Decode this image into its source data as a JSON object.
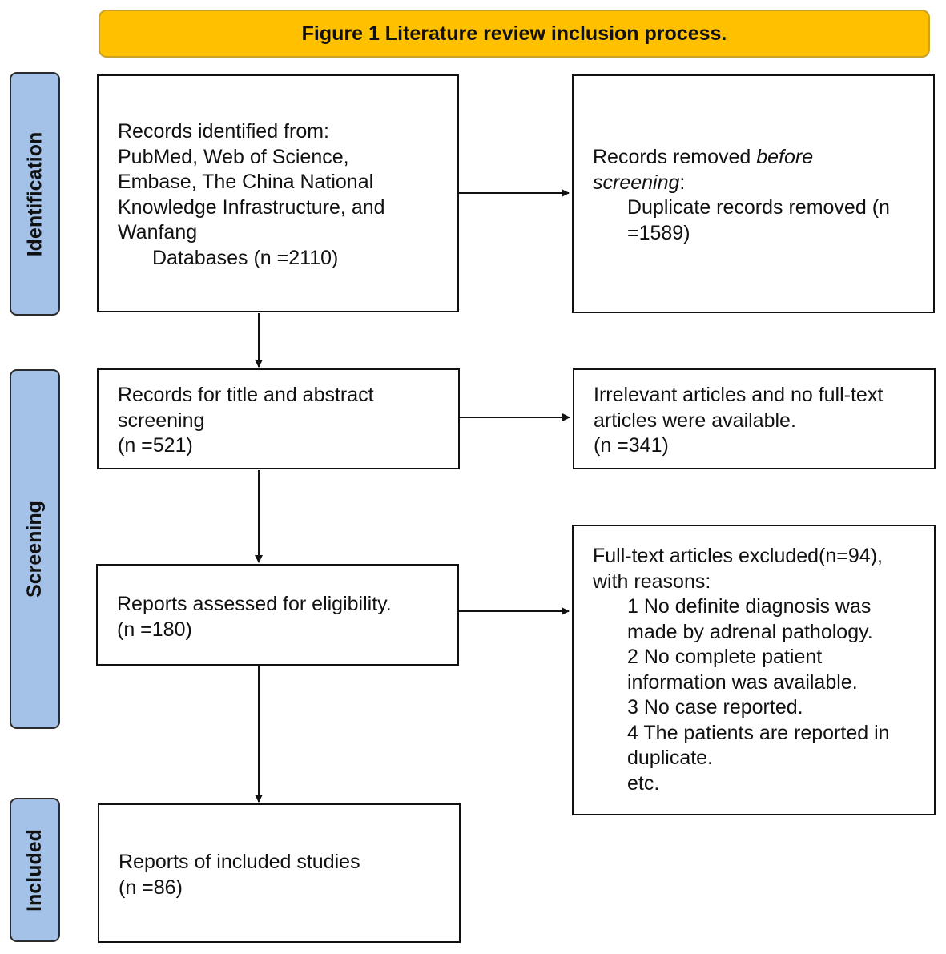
{
  "title": "Figure 1 Literature review inclusion process.",
  "stages": {
    "identification": "Identification",
    "screening": "Screening",
    "included": "Included"
  },
  "boxes": {
    "identified": {
      "lines": [
        "Records identified from:",
        "PubMed, Web of Science,",
        "Embase, The China National",
        "Knowledge Infrastructure, and",
        "Wanfang",
        "Databases (n =2110)"
      ]
    },
    "removed": {
      "prefix": "Records removed ",
      "italic1": "before",
      "italic2": "screening",
      "suffix": ":",
      "detail1": "Duplicate records removed (n",
      "detail2": "=1589)"
    },
    "screened": {
      "lines": [
        "Records for title and abstract",
        "screening",
        "(n =521)"
      ]
    },
    "irrelevant": {
      "lines": [
        "Irrelevant articles and no full-text",
        "articles were available.",
        "(n =341)"
      ]
    },
    "eligibility": {
      "lines": [
        "Reports assessed for eligibility.",
        "(n =180)"
      ]
    },
    "excluded": {
      "lines": [
        "Full-text articles excluded(n=94),",
        "with reasons:",
        "1 No definite diagnosis was",
        "made by adrenal pathology.",
        "2 No complete patient",
        "information was available.",
        "3 No case reported.",
        "4 The patients are reported in",
        "duplicate.",
        "etc."
      ]
    },
    "included": {
      "lines": [
        "Reports of included studies",
        "(n =86)"
      ]
    }
  },
  "colors": {
    "title_bg": "#ffc000",
    "stage_bg": "#a4c2e8",
    "border": "#111111"
  }
}
